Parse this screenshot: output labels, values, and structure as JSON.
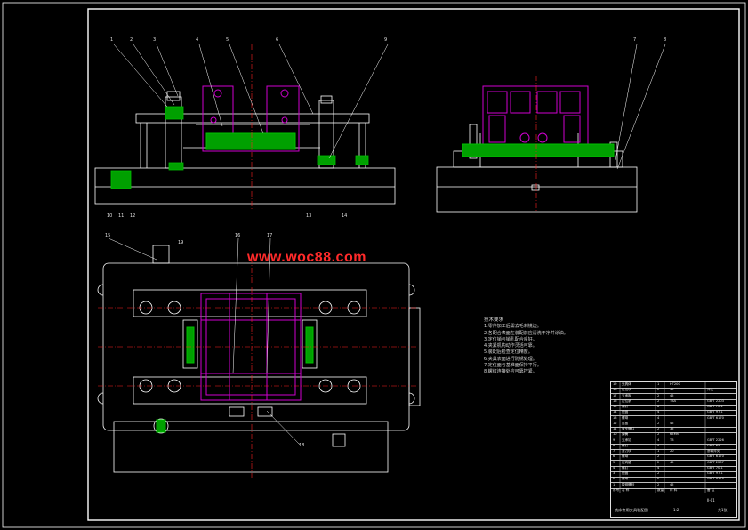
{
  "watermark": "www.woc88.com",
  "notes": {
    "title": "技术要求",
    "items": [
      "1.零件加工后需去毛刺锐边。",
      "2.各配合表面在装配前应清洗干净并涂油。",
      "3.定位销与销孔配合良好。",
      "4.夹紧机构动作灵活可靠。",
      "5.装配后检查定位精度。",
      "6.夹具表面进行防锈处理。",
      "7.定位面与基准面保持平行。",
      "8.螺纹连接处应可靠拧紧。"
    ]
  },
  "balloons": {
    "top": [
      "1",
      "2",
      "3",
      "4",
      "5",
      "6",
      "9",
      "7",
      "8"
    ],
    "bottom": [
      "10",
      "11",
      "12",
      "13",
      "14",
      "15"
    ],
    "plan": [
      "16",
      "17",
      "18",
      "19"
    ]
  },
  "parts_list": [
    {
      "no": "19",
      "name": "夹具体",
      "qty": "1",
      "mat": "HT200",
      "rem": ""
    },
    {
      "no": "18",
      "name": "定位块",
      "qty": "2",
      "mat": "45",
      "rem": "淬火"
    },
    {
      "no": "17",
      "name": "支承板",
      "qty": "2",
      "mat": "45",
      "rem": ""
    },
    {
      "no": "16",
      "name": "定位销",
      "qty": "2",
      "mat": "T8A",
      "rem": "GB/T 2203"
    },
    {
      "no": "15",
      "name": "螺钉",
      "qty": "8",
      "mat": "",
      "rem": "GB/T 70.1"
    },
    {
      "no": "14",
      "name": "垫圈",
      "qty": "4",
      "mat": "",
      "rem": "GB/T 97.1"
    },
    {
      "no": "13",
      "name": "螺母",
      "qty": "4",
      "mat": "",
      "rem": "GB/T 6170"
    },
    {
      "no": "12",
      "name": "压板",
      "qty": "2",
      "mat": "45",
      "rem": ""
    },
    {
      "no": "11",
      "name": "双头螺柱",
      "qty": "2",
      "mat": "35",
      "rem": ""
    },
    {
      "no": "10",
      "name": "弹簧",
      "qty": "2",
      "mat": "65Mn",
      "rem": ""
    },
    {
      "no": "9",
      "name": "支承钉",
      "qty": "4",
      "mat": "T8",
      "rem": "GB/T 2226"
    },
    {
      "no": "8",
      "name": "螺钉",
      "qty": "4",
      "mat": "",
      "rem": "GB/T 65"
    },
    {
      "no": "7",
      "name": "对刀块",
      "qty": "1",
      "mat": "20",
      "rem": "渗碳淬火"
    },
    {
      "no": "6",
      "name": "螺母",
      "qty": "2",
      "mat": "",
      "rem": "GB/T 6170"
    },
    {
      "no": "5",
      "name": "定向键",
      "qty": "2",
      "mat": "45",
      "rem": "GB/T 2207"
    },
    {
      "no": "4",
      "name": "螺钉",
      "qty": "4",
      "mat": "",
      "rem": "GB/T 70.1"
    },
    {
      "no": "3",
      "name": "垫圈",
      "qty": "2",
      "mat": "",
      "rem": "GB/T 97.1"
    },
    {
      "no": "2",
      "name": "螺母",
      "qty": "2",
      "mat": "",
      "rem": "GB/T 6170"
    },
    {
      "no": "1",
      "name": "铰链螺栓",
      "qty": "2",
      "mat": "45",
      "rem": ""
    },
    {
      "no": "序号",
      "name": "名 称",
      "qty": "数量",
      "mat": "材 料",
      "rem": "备 注"
    }
  ],
  "title_block": {
    "name": "铣床专用夹具装配图",
    "code": "JJ-01",
    "scale": "1:2",
    "sheet": "共1张"
  },
  "colors": {
    "line": "#ffffff",
    "part": "#d000d0",
    "green": "#00c000",
    "center": "#ff2020",
    "bg": "#000000"
  }
}
